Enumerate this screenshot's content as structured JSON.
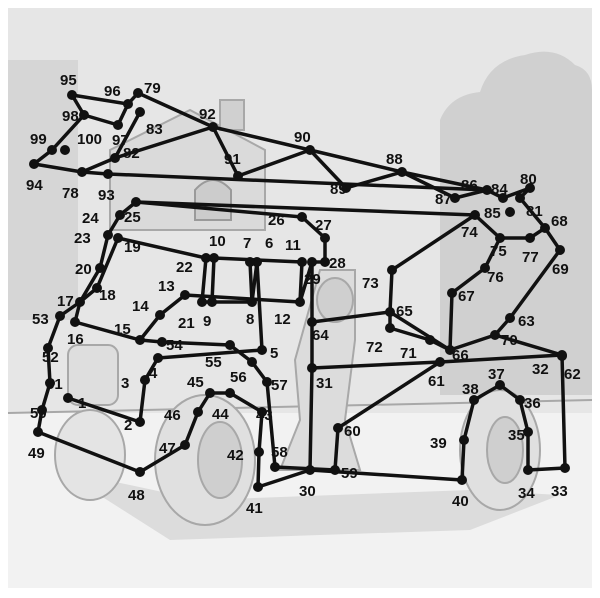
{
  "puzzle": {
    "type": "connect-the-dots",
    "colors": {
      "background": "#ffffff",
      "sky": "#e6e6e6",
      "scenery_fill": "#d0d0d0",
      "scenery_stroke": "#a8a8a8",
      "ground": "#efefef",
      "line": "#111111",
      "dot": "#111111"
    },
    "dots": [
      {
        "n": 1,
        "label": "1"
      },
      {
        "n": 2,
        "label": "2"
      },
      {
        "n": 3,
        "label": "3"
      },
      {
        "n": 4,
        "label": "4"
      },
      {
        "n": 5,
        "label": "5"
      },
      {
        "n": 6,
        "label": "6"
      },
      {
        "n": 7,
        "label": "7"
      },
      {
        "n": 8,
        "label": "8"
      },
      {
        "n": 9,
        "label": "9"
      },
      {
        "n": 10,
        "label": "10"
      },
      {
        "n": 11,
        "label": "11"
      },
      {
        "n": 12,
        "label": "12"
      },
      {
        "n": 13,
        "label": "13"
      },
      {
        "n": 14,
        "label": "14"
      },
      {
        "n": 15,
        "label": "15"
      },
      {
        "n": 16,
        "label": "16"
      },
      {
        "n": 17,
        "label": "17"
      },
      {
        "n": 18,
        "label": "18"
      },
      {
        "n": 19,
        "label": "19"
      },
      {
        "n": 20,
        "label": "20"
      },
      {
        "n": 21,
        "label": "21"
      },
      {
        "n": 22,
        "label": "22"
      },
      {
        "n": 23,
        "label": "23"
      },
      {
        "n": 24,
        "label": "24"
      },
      {
        "n": 25,
        "label": "25"
      },
      {
        "n": 26,
        "label": "26"
      },
      {
        "n": 27,
        "label": "27"
      },
      {
        "n": 28,
        "label": "28"
      },
      {
        "n": 29,
        "label": "29"
      },
      {
        "n": 30,
        "label": "30"
      },
      {
        "n": 31,
        "label": "31"
      },
      {
        "n": 32,
        "label": "32"
      },
      {
        "n": 33,
        "label": "33"
      },
      {
        "n": 34,
        "label": "34"
      },
      {
        "n": 35,
        "label": "35"
      },
      {
        "n": 36,
        "label": "36"
      },
      {
        "n": 37,
        "label": "37"
      },
      {
        "n": 38,
        "label": "38"
      },
      {
        "n": 39,
        "label": "39"
      },
      {
        "n": 40,
        "label": "40"
      },
      {
        "n": 41,
        "label": "41"
      },
      {
        "n": 42,
        "label": "42"
      },
      {
        "n": 43,
        "label": "43"
      },
      {
        "n": 44,
        "label": "44"
      },
      {
        "n": 45,
        "label": "45"
      },
      {
        "n": 46,
        "label": "46"
      },
      {
        "n": 47,
        "label": "47"
      },
      {
        "n": 48,
        "label": "48"
      },
      {
        "n": 49,
        "label": "49"
      },
      {
        "n": 50,
        "label": "50"
      },
      {
        "n": 51,
        "label": "51"
      },
      {
        "n": 52,
        "label": "52"
      },
      {
        "n": 53,
        "label": "53"
      },
      {
        "n": 54,
        "label": "54"
      },
      {
        "n": 55,
        "label": "55"
      },
      {
        "n": 56,
        "label": "56"
      },
      {
        "n": 57,
        "label": "57"
      },
      {
        "n": 58,
        "label": "58"
      },
      {
        "n": 59,
        "label": "59"
      },
      {
        "n": 60,
        "label": "60"
      },
      {
        "n": 61,
        "label": "61"
      },
      {
        "n": 62,
        "label": "62"
      },
      {
        "n": 63,
        "label": "63"
      },
      {
        "n": 64,
        "label": "64"
      },
      {
        "n": 65,
        "label": "65"
      },
      {
        "n": 66,
        "label": "66"
      },
      {
        "n": 67,
        "label": "67"
      },
      {
        "n": 68,
        "label": "68"
      },
      {
        "n": 69,
        "label": "69"
      },
      {
        "n": 70,
        "label": "70"
      },
      {
        "n": 71,
        "label": "71"
      },
      {
        "n": 72,
        "label": "72"
      },
      {
        "n": 73,
        "label": "73"
      },
      {
        "n": 74,
        "label": "74"
      },
      {
        "n": 75,
        "label": "75"
      },
      {
        "n": 76,
        "label": "76"
      },
      {
        "n": 77,
        "label": "77"
      },
      {
        "n": 78,
        "label": "78"
      },
      {
        "n": 79,
        "label": "79"
      },
      {
        "n": 80,
        "label": "80"
      },
      {
        "n": 81,
        "label": "81"
      },
      {
        "n": 82,
        "label": "82"
      },
      {
        "n": 83,
        "label": "83"
      },
      {
        "n": 84,
        "label": "84"
      },
      {
        "n": 85,
        "label": "85"
      },
      {
        "n": 86,
        "label": "86"
      },
      {
        "n": 87,
        "label": "87"
      },
      {
        "n": 88,
        "label": "88"
      },
      {
        "n": 89,
        "label": "89"
      },
      {
        "n": 90,
        "label": "90"
      },
      {
        "n": 91,
        "label": "91"
      },
      {
        "n": 92,
        "label": "92"
      },
      {
        "n": 93,
        "label": "93"
      },
      {
        "n": 94,
        "label": "94"
      },
      {
        "n": 95,
        "label": "95"
      },
      {
        "n": 96,
        "label": "96"
      },
      {
        "n": 97,
        "label": "97"
      },
      {
        "n": 98,
        "label": "98"
      },
      {
        "n": 99,
        "label": "99"
      },
      {
        "n": 100,
        "label": "100"
      }
    ]
  }
}
